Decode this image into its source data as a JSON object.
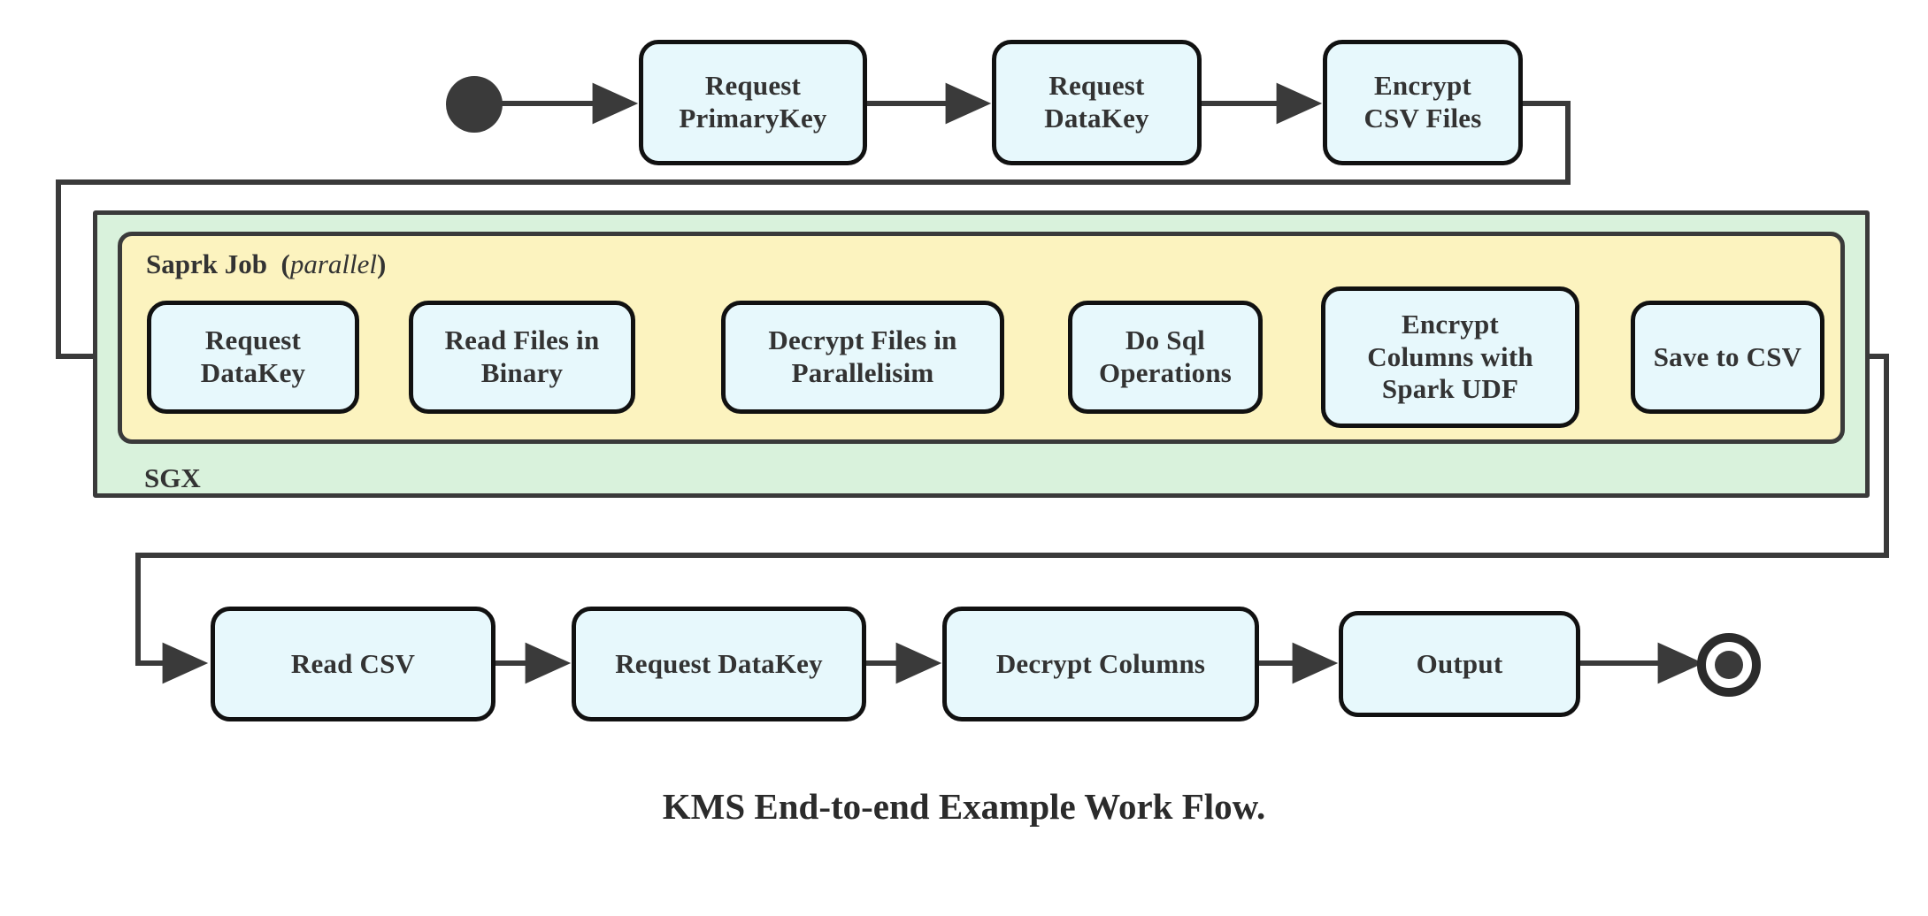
{
  "diagram": {
    "caption": "KMS End-to-end Example Work Flow.",
    "colors": {
      "node_fill": "#e7f8fc",
      "node_stroke": "#111111",
      "sgx_fill": "#d9f2dc",
      "spark_fill": "#fcf3bf",
      "container_stroke": "#3a3a3a",
      "arrow": "#3a3a3a",
      "text": "#333333"
    },
    "markers": {
      "start": "start-node-filled-circle",
      "end": "end-node-bullseye-circle"
    },
    "containers": {
      "sgx": {
        "label": "SGX"
      },
      "spark": {
        "label_bold": "Saprk Job",
        "label_italic": "parallel",
        "paren_open": "(",
        "paren_close": ")"
      }
    },
    "rows": {
      "top": [
        {
          "id": "request-primarykey",
          "lines": [
            "Request",
            "PrimaryKey"
          ]
        },
        {
          "id": "request-datakey-top",
          "lines": [
            "Request",
            "DataKey"
          ]
        },
        {
          "id": "encrypt-csv-files",
          "lines": [
            "Encrypt",
            "CSV Files"
          ]
        }
      ],
      "spark": [
        {
          "id": "request-datakey-spark",
          "lines": [
            "Request",
            "DataKey"
          ]
        },
        {
          "id": "read-files-in-binary",
          "lines": [
            "Read Files in",
            "Binary"
          ]
        },
        {
          "id": "decrypt-files-in-parallelisim",
          "lines": [
            "Decrypt Files in",
            "Parallelisim"
          ]
        },
        {
          "id": "do-sql-operations",
          "lines": [
            "Do Sql",
            "Operations"
          ]
        },
        {
          "id": "encrypt-columns-with-spark-udf",
          "lines": [
            "Encrypt",
            "Columns with",
            "Spark UDF"
          ]
        },
        {
          "id": "save-to-csv",
          "lines": [
            "Save to CSV"
          ]
        }
      ],
      "bottom": [
        {
          "id": "read-csv",
          "lines": [
            "Read CSV"
          ]
        },
        {
          "id": "request-datakey-bottom",
          "lines": [
            "Request DataKey"
          ]
        },
        {
          "id": "decrypt-columns",
          "lines": [
            "Decrypt Columns"
          ]
        },
        {
          "id": "output",
          "lines": [
            "Output"
          ]
        }
      ]
    }
  }
}
